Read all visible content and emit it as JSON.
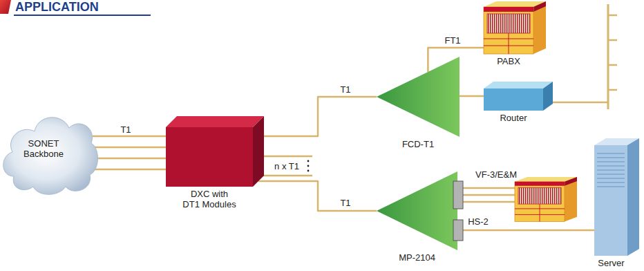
{
  "diagram": {
    "title": "APPLICATION",
    "nodes": [
      {
        "text": [
          "SONET Backbone"
        ]
      },
      {
        "text": [
          "DXC with DT1 Modules"
        ]
      },
      {
        "text": [
          "FCD-T1"
        ]
      },
      {
        "text": [
          "PABX"
        ]
      },
      {
        "text": [
          "Router"
        ]
      },
      {
        "text": [
          "MP-2104"
        ]
      },
      {
        "text": [
          "Server"
        ]
      }
    ],
    "edges": [
      {
        "from": 0,
        "to": 1,
        "arrow": "none",
        "label": "T1"
      },
      {
        "from": 0,
        "to": 1,
        "arrow": "none"
      },
      {
        "from": 0,
        "to": 1,
        "arrow": "none"
      },
      {
        "from": 0,
        "to": 1,
        "arrow": "none"
      },
      {
        "from": 1,
        "to": 2,
        "arrow": "none",
        "label": "T1"
      },
      {
        "from": 2,
        "to": 3,
        "arrow": "none",
        "label": "FT1"
      },
      {
        "from": 2,
        "to": 4,
        "arrow": "none"
      },
      {
        "from": 1,
        "to": 5,
        "arrow": "none",
        "label": "T1"
      },
      {
        "from": 5,
        "to": 6,
        "arrow": "none",
        "label": "HS-2"
      }
    ],
    "labels": [
      "n x T1",
      "VF-3/E&M"
    ]
  }
}
